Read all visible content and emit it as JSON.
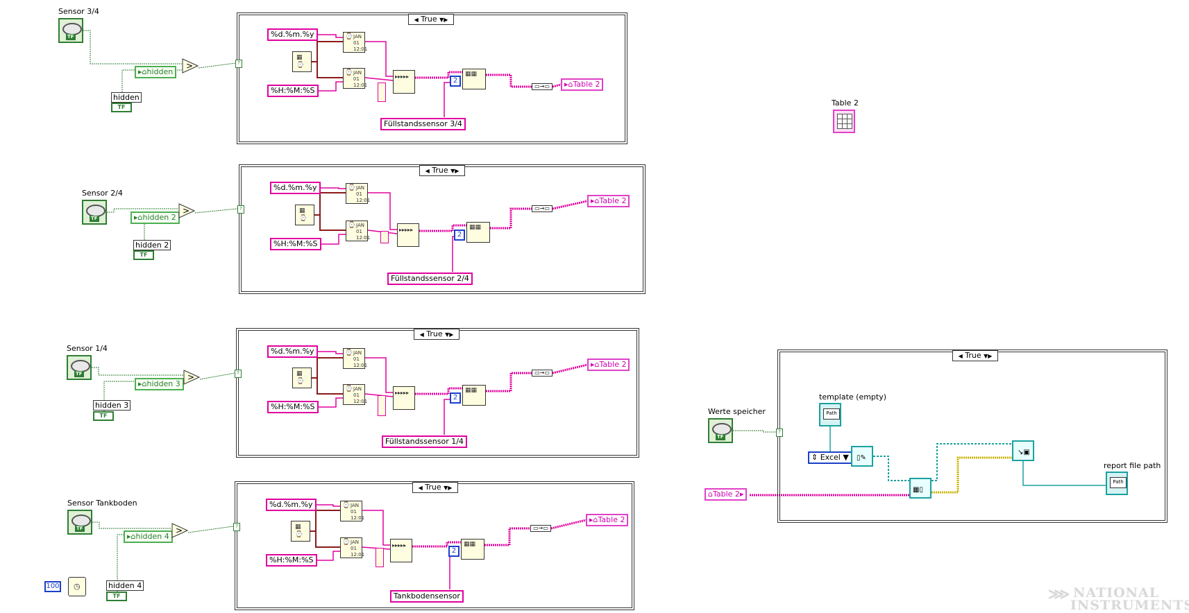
{
  "sensors": [
    {
      "name": "Sensor 3/4",
      "local": "hidden",
      "const": "hidden",
      "case": "True",
      "date_fmt": "%d.%m.%y",
      "time_fmt": "%H:%M:%S",
      "index": "2",
      "desc": "Füllstandssensor 3/4",
      "target": "Table 2"
    },
    {
      "name": "Sensor 2/4",
      "local": "hidden 2",
      "const": "hidden 2",
      "case": "True",
      "date_fmt": "%d.%m.%y",
      "time_fmt": "%H:%M:%S",
      "index": "2",
      "desc": "Füllstandssensor 2/4",
      "target": "Table 2"
    },
    {
      "name": "Sensor 1/4",
      "local": "hidden 3",
      "const": "hidden 3",
      "case": "True",
      "date_fmt": "%d.%m.%y",
      "time_fmt": "%H:%M:%S",
      "index": "2",
      "desc": "Füllstandssensor 1/4",
      "target": "Table 2"
    },
    {
      "name": "Sensor Tankboden",
      "local": "hidden 4",
      "const": "hidden 4",
      "case": "True",
      "date_fmt": "%d.%m.%y",
      "time_fmt": "%H:%M:%S",
      "index": "2",
      "desc": "Tankbodensensor",
      "target": "Table 2"
    }
  ],
  "bool_text": "TF",
  "wait_const": "100",
  "table_indicator": {
    "label": "Table 2"
  },
  "save": {
    "button_label": "Werte speicher",
    "case": "True",
    "template_label": "template (empty)",
    "report_type": "Excel",
    "table_local": "Table 2",
    "report_path_label": "report file path",
    "path_icon_text": "Path"
  },
  "branding": {
    "line1": "NATIONAL",
    "line2": "INSTRUMENTS"
  },
  "colors": {
    "string_wire": "#e0009e",
    "bool_wire": "#2e7d32",
    "timestamp_wire": "#8b1a1a",
    "refnum_wire": "#1aa0a0",
    "error_wire": "#c8b400",
    "case_border": "#333333"
  }
}
